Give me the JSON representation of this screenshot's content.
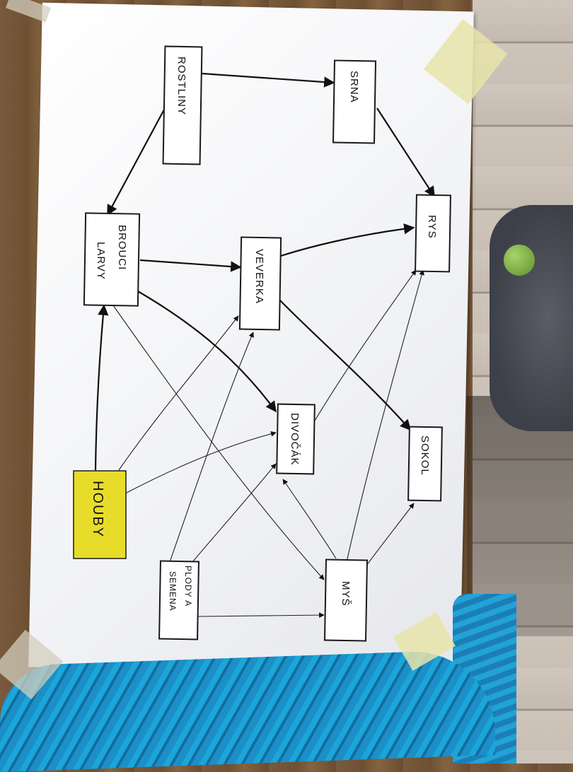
{
  "nodes": [
    {
      "id": "rostliny",
      "label": "ROSTLINY"
    },
    {
      "id": "srna",
      "label": "SRNA"
    },
    {
      "id": "rys",
      "label": "RYS"
    },
    {
      "id": "brouci",
      "label": "BROUCI"
    },
    {
      "id": "larvy",
      "label": "LARVY"
    },
    {
      "id": "veverka",
      "label": "VEVERKA"
    },
    {
      "id": "divocak",
      "label": "DIVOČÁK"
    },
    {
      "id": "sokol",
      "label": "SOKOL"
    },
    {
      "id": "houby",
      "label": "HOUBY"
    },
    {
      "id": "plody",
      "label": "PLODY A"
    },
    {
      "id": "semena",
      "label": "SEMENA"
    },
    {
      "id": "mys",
      "label": "MYŠ"
    }
  ]
}
